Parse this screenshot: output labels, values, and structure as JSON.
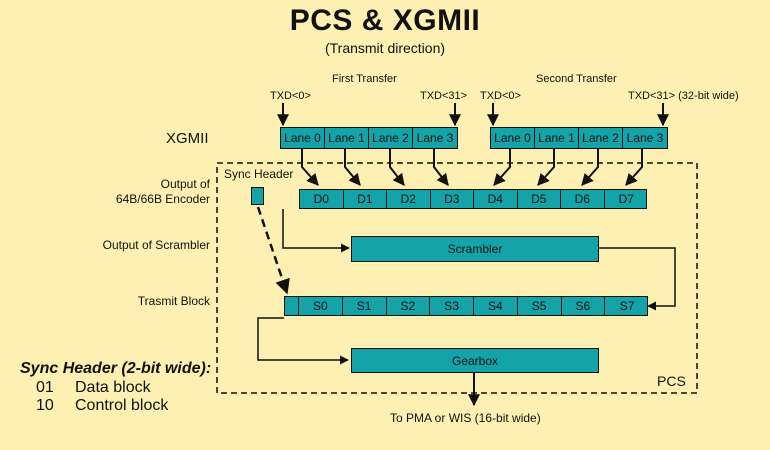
{
  "title": "PCS & XGMII",
  "subtitle": "(Transmit direction)",
  "transfers": {
    "first": "First Transfer",
    "second": "Second Transfer"
  },
  "txd": {
    "first_start": "TXD<0>",
    "first_end": "TXD<31>",
    "second_start": "TXD<0>",
    "second_end": "TXD<31> (32-bit wide)"
  },
  "xgmii_label": "XGMII",
  "lanes_first": [
    "Lane 0",
    "Lane 1",
    "Lane 2",
    "Lane 3"
  ],
  "lanes_second": [
    "Lane 0",
    "Lane 1",
    "Lane 2",
    "Lane 3"
  ],
  "sync_header_label": "Sync Header",
  "row_labels": {
    "encoder_line1": "Output of",
    "encoder_line2": "64B/66B Encoder",
    "scrambler": "Output of Scrambler",
    "transmit": "Trasmit Block"
  },
  "data_cells": [
    "D0",
    "D1",
    "D2",
    "D3",
    "D4",
    "D5",
    "D6",
    "D7"
  ],
  "scrambler_label": "Scrambler",
  "scrambled_cells": [
    "S0",
    "S1",
    "S2",
    "S3",
    "S4",
    "S5",
    "S6",
    "S7"
  ],
  "gearbox_label": "Gearbox",
  "pcs_label": "PCS",
  "output_label": "To PMA or WIS (16-bit wide)",
  "legend": {
    "title": "Sync Header (2-bit wide):",
    "rows": [
      {
        "code": "01",
        "meaning": "Data block"
      },
      {
        "code": "10",
        "meaning": "Control block"
      }
    ]
  },
  "colors": {
    "background": "#fdf0b2",
    "block": "#14a3a8",
    "line": "#111111"
  }
}
